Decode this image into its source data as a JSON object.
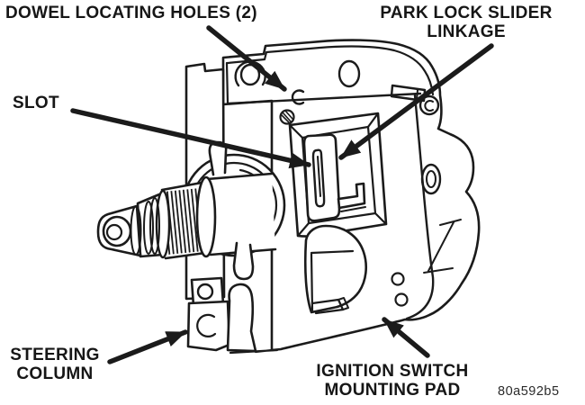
{
  "colors": {
    "background": "#ffffff",
    "ink": "#1b1b1b"
  },
  "figure_code": "80a592b5",
  "callouts": {
    "dowel_holes": {
      "label": "DOWEL LOCATING HOLES (2)"
    },
    "park_lock": {
      "line1": "PARK LOCK SLIDER",
      "line2": "LINKAGE"
    },
    "slot": {
      "label": "SLOT"
    },
    "steering_column": {
      "line1": "STEERING",
      "line2": "COLUMN"
    },
    "ignition_pad": {
      "line1": "IGNITION SWITCH",
      "line2": "MOUNTING PAD"
    }
  }
}
